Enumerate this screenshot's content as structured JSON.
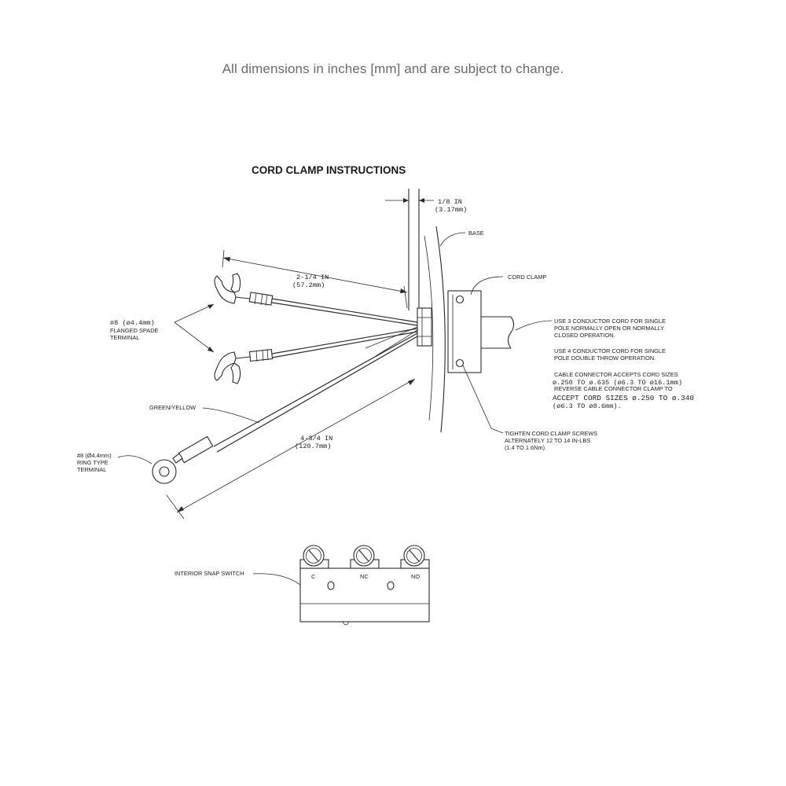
{
  "header": {
    "note": "All dimensions in inches [mm] and are subject to change."
  },
  "diagram": {
    "title": "CORD CLAMP INSTRUCTIONS",
    "dim_eighth": {
      "line1": "1/8 IN",
      "line2": "(3.17mm)"
    },
    "base_label": "BASE",
    "cord_clamp_label": "CORD CLAMP",
    "dim_two_quarter": {
      "line1": "2-1/4 IN",
      "line2": "(57.2mm)"
    },
    "spade_terminal": {
      "line1": "#8 (ø4.4mm)",
      "line2": "FLANGED SPADE",
      "line3": "TERMINAL"
    },
    "cord_notes": {
      "three_conductor": [
        "USE 3 CONDUCTOR CORD FOR SINGLE",
        "POLE NORMALLY OPEN OR NORMALLY",
        "CLOSED OPERATION."
      ],
      "four_conductor": [
        "USE 4 CONDUCTOR CORD FOR SINGLE",
        "POLE DOUBLE THROW OPERATION."
      ],
      "connector_accepts": "CABLE CONNECTOR ACCEPTS CORD SIZES",
      "sizes_1": "ø.250 TO ø.635 (ø6.3 TO ø16.1mm)",
      "reverse": "REVERSE CABLE CONNECTOR CLAMP TO",
      "sizes_2": "ACCEPT CORD SIZES ø.250 TO ø.340",
      "sizes_2b": "(ø6.3 TO ø8.6mm)."
    },
    "green_yellow_label": "GREEN/YELLOW",
    "dim_four_three_quarter": {
      "line1": "4-3/4 IN",
      "line2": "(120.7mm)"
    },
    "tighten_note": [
      "TIGHTEN CORD CLAMP SCREWS",
      "ALTERNATELY 12 TO 14 IN-LBS",
      "(1.4 TO 1.6Nm)"
    ],
    "ring_terminal": {
      "line1": "#8 (Ø4.4mm)",
      "line2": "RING TYPE",
      "line3": "TERMINAL"
    },
    "snap_switch_label": "INTERIOR SNAP SWITCH",
    "switch_terminals": [
      "C",
      "NC",
      "NO"
    ]
  }
}
